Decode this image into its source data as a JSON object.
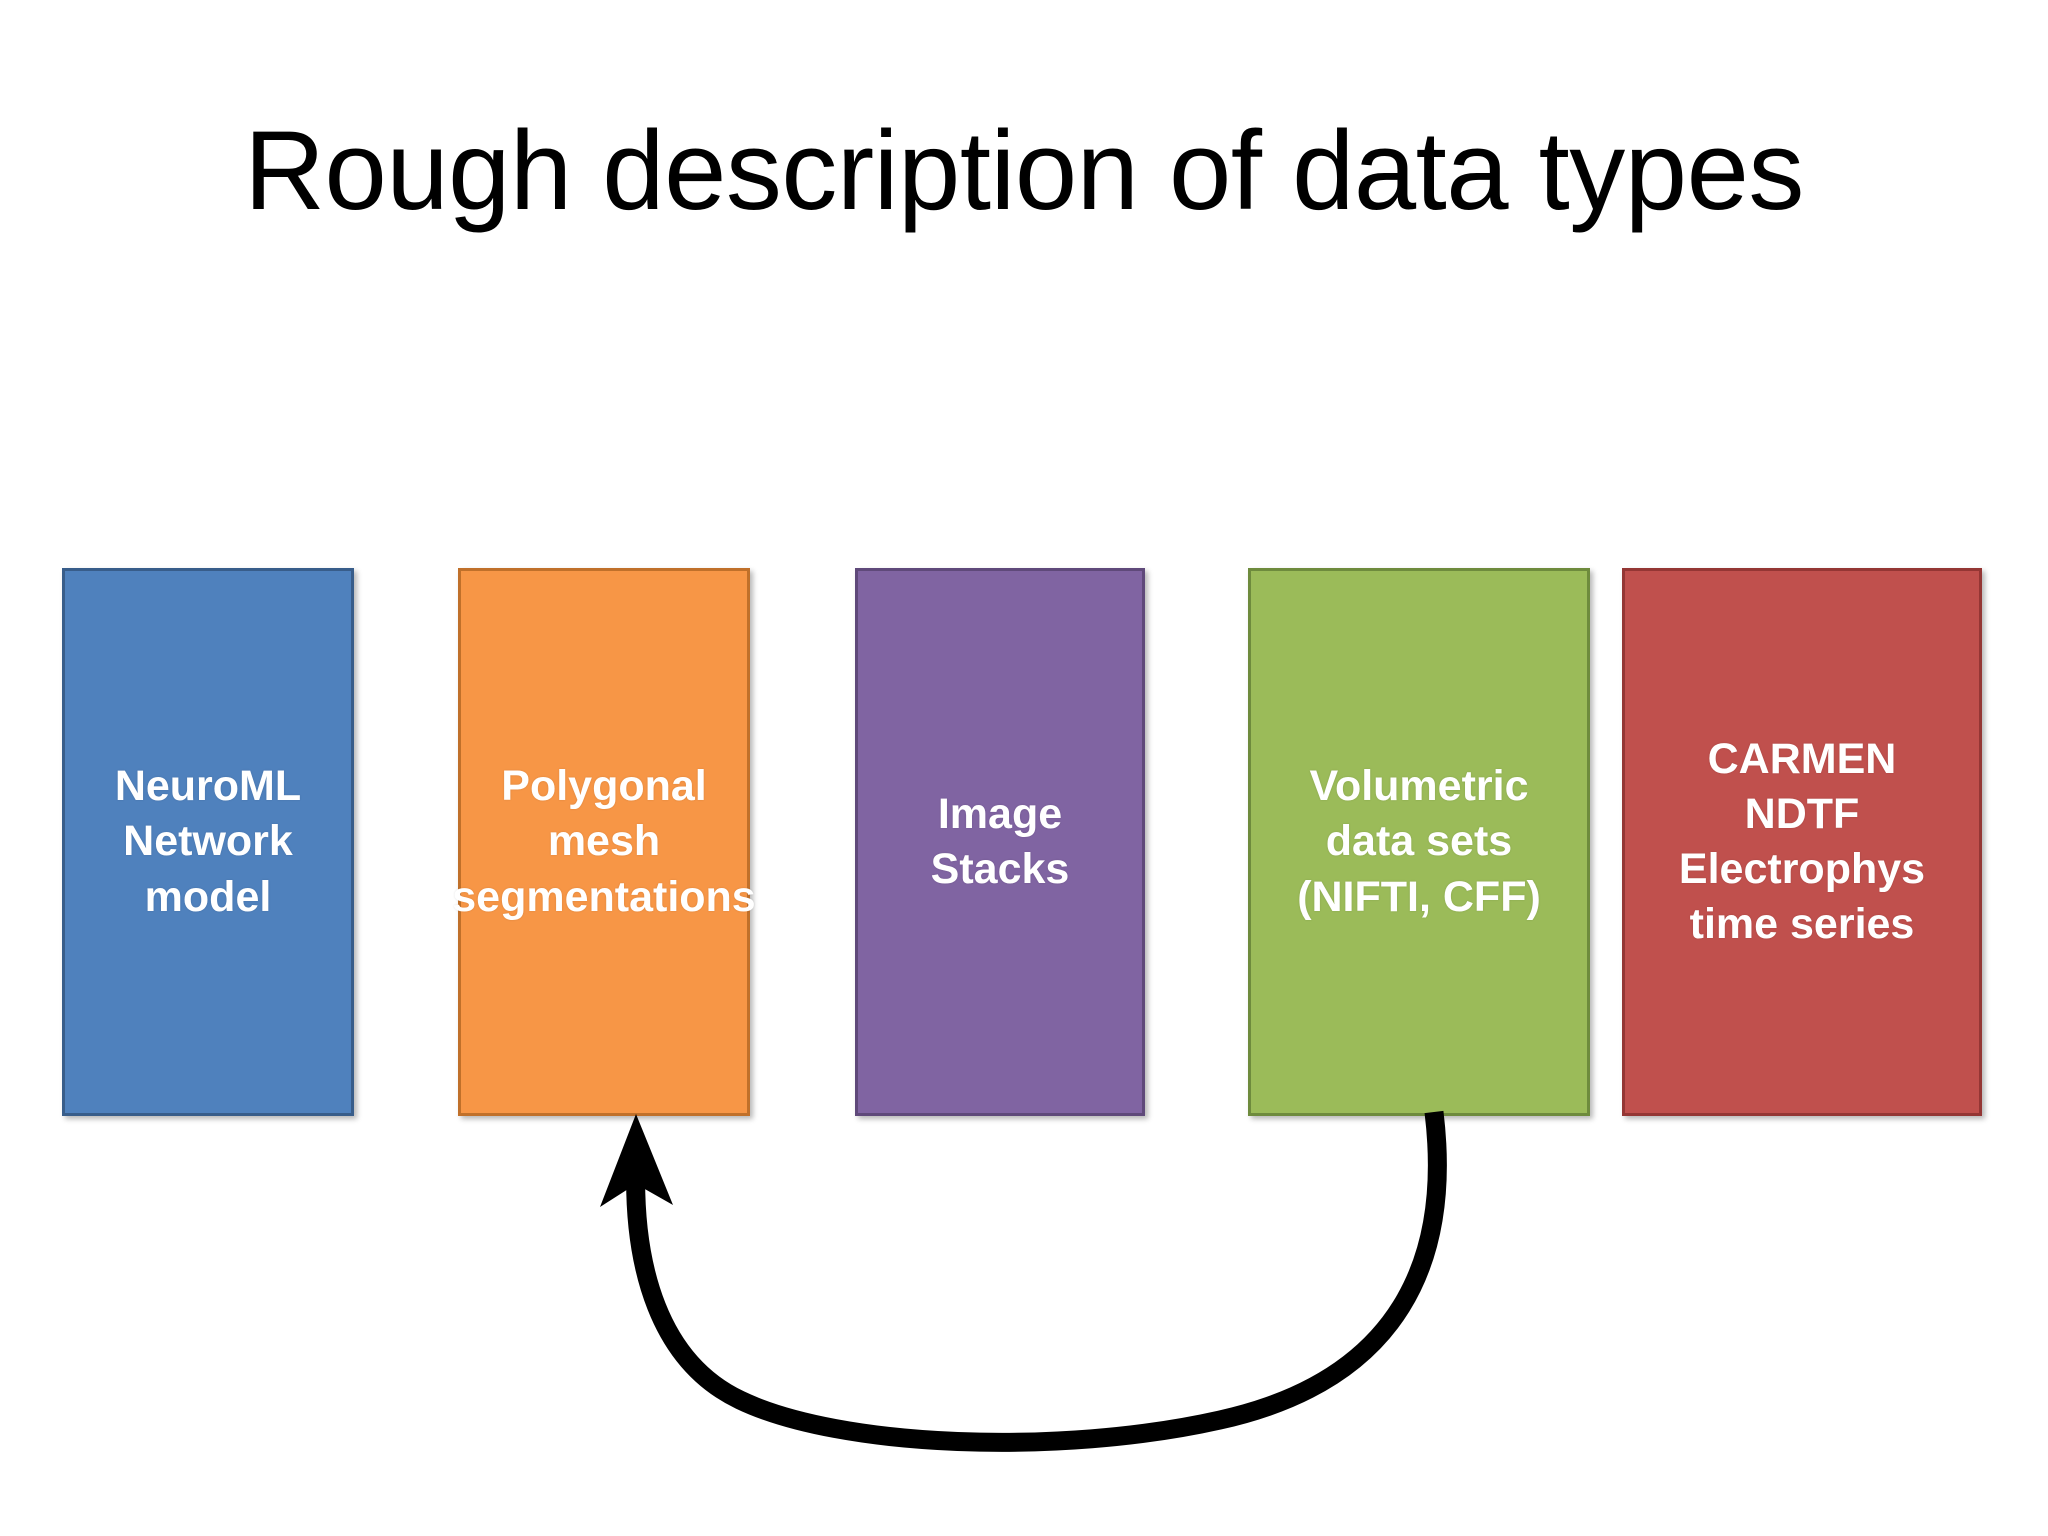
{
  "slide": {
    "title": "Rough description of data types",
    "background_color": "#FFFFFF",
    "title_color": "#000000"
  },
  "boxes": [
    {
      "id": "neuroml-network-model",
      "label": "NeuroML\nNetwork\nmodel",
      "lines": [
        "NeuroML",
        "Network",
        "model"
      ],
      "fill": "#4F81BD",
      "border": "#385D8A",
      "text_color": "#FFFFFF"
    },
    {
      "id": "polygonal-mesh-segmentations",
      "label": "Polygonal\nmesh\nsegmentations",
      "lines": [
        "Polygonal",
        "mesh",
        "segmentations"
      ],
      "fill": "#F79646",
      "border": "#C0702A",
      "text_color": "#FFFFFF"
    },
    {
      "id": "image-stacks",
      "label": "Image Stacks",
      "lines": [
        "Image Stacks"
      ],
      "fill": "#8064A2",
      "border": "#5F497A",
      "text_color": "#FFFFFF"
    },
    {
      "id": "volumetric-data-sets",
      "label": "Volumetric\ndata sets\n(NIFTI, CFF)",
      "lines": [
        "Volumetric",
        "data sets",
        "(NIFTI, CFF)"
      ],
      "fill": "#9BBB59",
      "border": "#6E8B3D",
      "text_color": "#FFFFFF"
    },
    {
      "id": "carmen-ndtf-electrophys-time-series",
      "label": "CARMEN\nNDTF\nElectrophys\ntime series",
      "lines": [
        "CARMEN",
        "NDTF",
        "Electrophys",
        "time series"
      ],
      "fill": "#C0504D",
      "border": "#943634",
      "text_color": "#FFFFFF"
    }
  ],
  "arrow": {
    "name": "curved-arrow-volumetric-to-mesh",
    "color": "#000000",
    "from_box": "volumetric-data-sets",
    "to_box": "polygonal-mesh-segmentations",
    "direction": "right-to-left",
    "head": "open-triangle-up"
  }
}
